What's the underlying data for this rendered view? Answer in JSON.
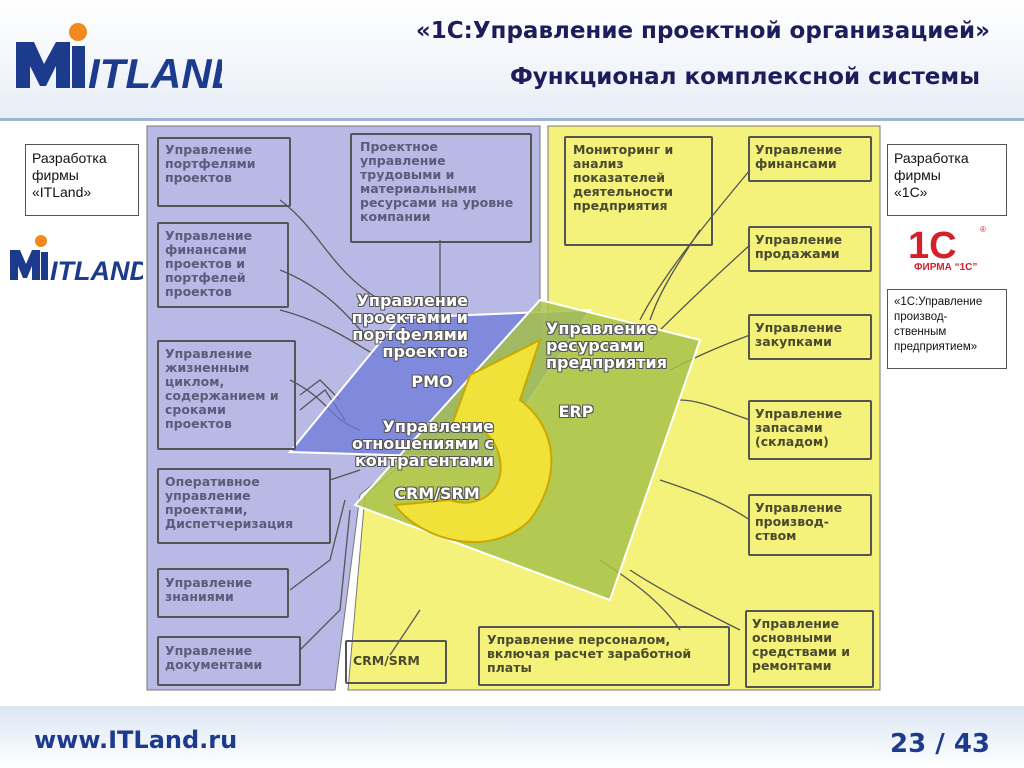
{
  "header": {
    "title": "«1С:Управление проектной организацией»",
    "subtitle": "Функционал комплексной системы",
    "logo_text": "ITLAND"
  },
  "left_panel": {
    "box_text_1": "Разработка",
    "box_text_2": "фирмы",
    "box_text_3": "«ITLand»",
    "logo_text": "ITLAND"
  },
  "right_panel": {
    "box_text_1": "Разработка",
    "box_text_2": "фирмы",
    "box_text_3": "«1С»",
    "logo_caption": "ФИРМА “1С”",
    "product_1": "«1С:Управление",
    "product_2": "производ-",
    "product_3": "ственным",
    "product_4": "предприятием»"
  },
  "diagram": {
    "blue_labels": [
      "Управление портфелями проектов",
      "Управление финансами проектов и портфелей проектов",
      "Управление жизненным циклом, содержанием и сроками проектов",
      "Оперативное управление проектами, Диспетчеризация",
      "Управление знаниями",
      "Управление документами",
      "Проектное управление трудовыми и материальными ресурсами на уровне компании"
    ],
    "yellow_labels": [
      "Мониторинг и анализ показателей деятельности предприятия",
      "Управление финансами",
      "Управление продажами",
      "Управление закупками",
      "Управление запасами (складом)",
      "Управление производ-ством",
      "Управление персоналом, включая расчет заработной платы",
      "Управление основными средствами и ремонтами",
      "CRM/SRM"
    ],
    "center": {
      "pmo_title": "Управление проектами и портфелями проектов",
      "pmo_abbr": "PMO",
      "erp_title": "Управление ресурсами предприятия",
      "erp_abbr": "ERP",
      "crm_title": "Управление отношениями с контрагентами",
      "crm_abbr": "CRM/SRM"
    }
  },
  "footer": {
    "url": "www.ITLand.ru",
    "page": "23 / 43"
  },
  "colors": {
    "blue_region": "#b9b9e6",
    "yellow_region": "#f4f27a",
    "brand_blue": "#1d3b8c",
    "brand_orange": "#f08a1c",
    "one_c_red": "#d4202a"
  }
}
